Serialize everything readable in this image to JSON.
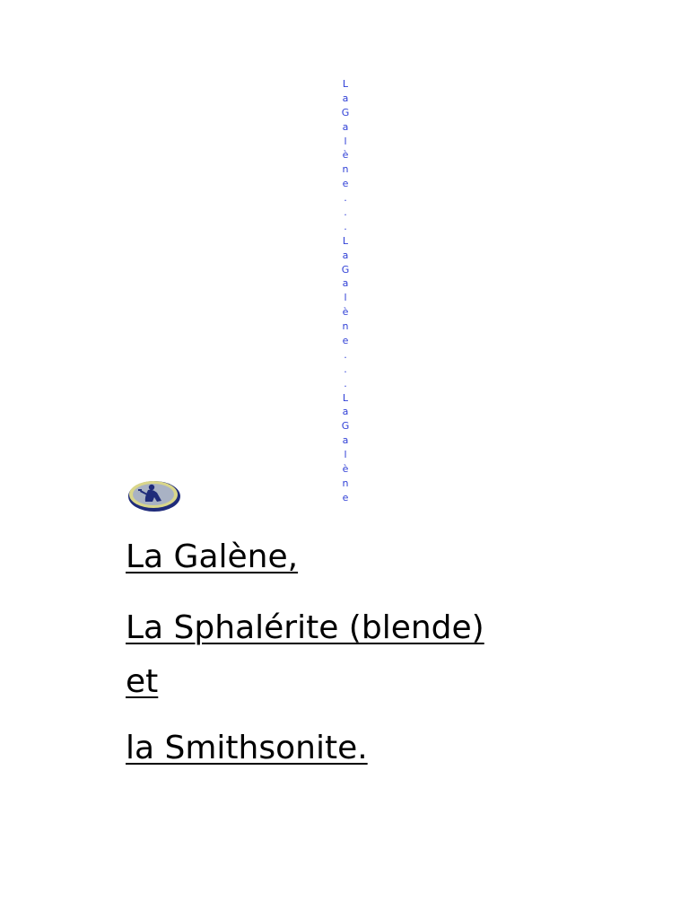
{
  "banner": {
    "chars": [
      "L",
      "a",
      "G",
      "a",
      "l",
      "è",
      "n",
      "e",
      ".",
      ".",
      ".",
      "L",
      "a",
      "G",
      "a",
      "l",
      "è",
      "n",
      "e",
      ".",
      ".",
      ".",
      "L",
      "a",
      "G",
      "a",
      "l",
      "è",
      "n",
      "e"
    ]
  },
  "badge": {
    "icon": "miner-icon",
    "colors": {
      "rim": "#d9d68a",
      "face": "#a9b2c4",
      "figure": "#1f2b7a"
    }
  },
  "title": {
    "line1": "La Galène,",
    "line2": "La Sphalérite (blende)",
    "line3": "et",
    "line4": "la Smithsonite."
  },
  "colors": {
    "banner_text": "#2f3fd6",
    "title_text": "#000000",
    "background": "#ffffff"
  }
}
